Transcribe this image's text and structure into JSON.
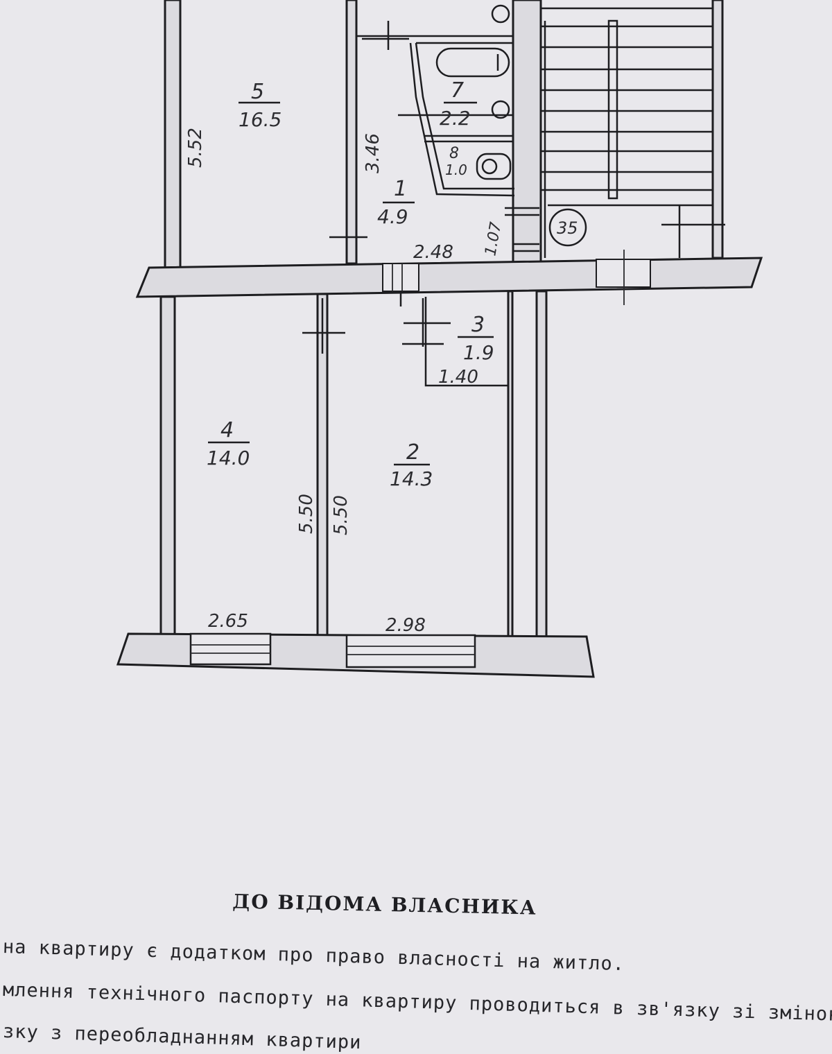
{
  "rooms": [
    {
      "id": "5",
      "area": "16.5"
    },
    {
      "id": "7",
      "area": "2.2"
    },
    {
      "id": "8",
      "area": "1.0"
    },
    {
      "id": "1",
      "area": "4.9"
    },
    {
      "id": "3",
      "area": "1.9"
    },
    {
      "id": "4",
      "area": "14.0"
    },
    {
      "id": "2",
      "area": "14.3"
    }
  ],
  "dimensions": {
    "room5_height": "5.52",
    "hall_height": "3.46",
    "hall_width": "2.48",
    "passage": "1.07",
    "closet_width": "1.40",
    "room4_height": "5.50",
    "room2_height": "5.50",
    "room4_width": "2.65",
    "room2_width": "2.98"
  },
  "stair_mark": "35",
  "notice": {
    "title": "ДО ВІДОМА ВЛАСНИКА",
    "lines": [
      "на квартиру є додатком про право власності на житло.",
      "млення технічного паспорту на квартиру проводиться в зв'язку зі змінок",
      "зку з переобладнанням квартири"
    ]
  }
}
